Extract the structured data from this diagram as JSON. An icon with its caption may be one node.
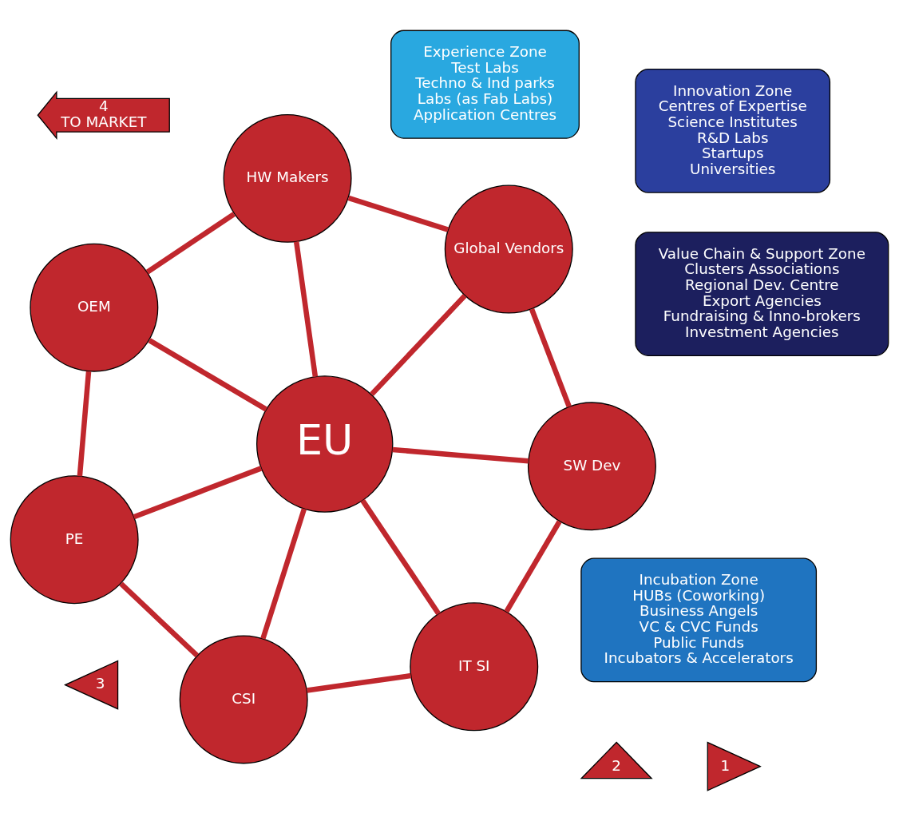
{
  "diagram": {
    "nodes": [
      {
        "text": [
          "Incubation Zone",
          "HUBs (Coworking)",
          "Business Angels",
          "VC & CVC Funds",
          "Public Funds",
          "Incubators & Accelerators"
        ]
      },
      {
        "text": [
          "Experience Zone",
          "Test Labs",
          "Techno & Ind parks",
          "Labs (as Fab Labs)",
          "Application Centres"
        ]
      },
      {
        "text": [
          "Innovation Zone",
          "Centres of Expertise",
          "Science Institutes",
          "R&D Labs",
          "Startups",
          "Universities"
        ]
      },
      {
        "text": [
          "Value Chain & Support Zone",
          "Clusters Associations",
          "Regional Dev. Centre",
          "Export Agencies",
          "Fundraising & Inno-brokers",
          "Investment Agencies"
        ]
      },
      {
        "text": [
          "3"
        ]
      },
      {
        "text": [
          "2"
        ]
      },
      {
        "text": [
          "4",
          "TO MARKET"
        ]
      },
      {
        "text": [
          "1"
        ]
      },
      {
        "text": [
          "OEM"
        ]
      },
      {
        "text": [
          "HW Makers"
        ]
      },
      {
        "text": [
          "PE"
        ]
      },
      {
        "text": [
          "EU"
        ]
      },
      {
        "text": [
          "Global Vendors"
        ]
      },
      {
        "text": [
          "CSI"
        ]
      },
      {
        "text": [
          "SW Dev"
        ]
      },
      {
        "text": [
          "IT SI"
        ]
      }
    ],
    "edges": [
      {
        "from": 8,
        "to": 10,
        "arrow": "none"
      },
      {
        "from": 10,
        "to": 13,
        "arrow": "none"
      },
      {
        "from": 13,
        "to": 15,
        "arrow": "none"
      },
      {
        "from": 15,
        "to": 14,
        "arrow": "none"
      },
      {
        "from": 14,
        "to": 12,
        "arrow": "none"
      },
      {
        "from": 12,
        "to": 9,
        "arrow": "none"
      },
      {
        "from": 9,
        "to": 8,
        "arrow": "none"
      },
      {
        "from": 11,
        "to": 8,
        "arrow": "none"
      },
      {
        "from": 11,
        "to": 10,
        "arrow": "none"
      },
      {
        "from": 11,
        "to": 13,
        "arrow": "none"
      },
      {
        "from": 11,
        "to": 15,
        "arrow": "none"
      },
      {
        "from": 11,
        "to": 14,
        "arrow": "none"
      },
      {
        "from": 11,
        "to": 12,
        "arrow": "none"
      },
      {
        "from": 11,
        "to": 9,
        "arrow": "none"
      }
    ]
  }
}
